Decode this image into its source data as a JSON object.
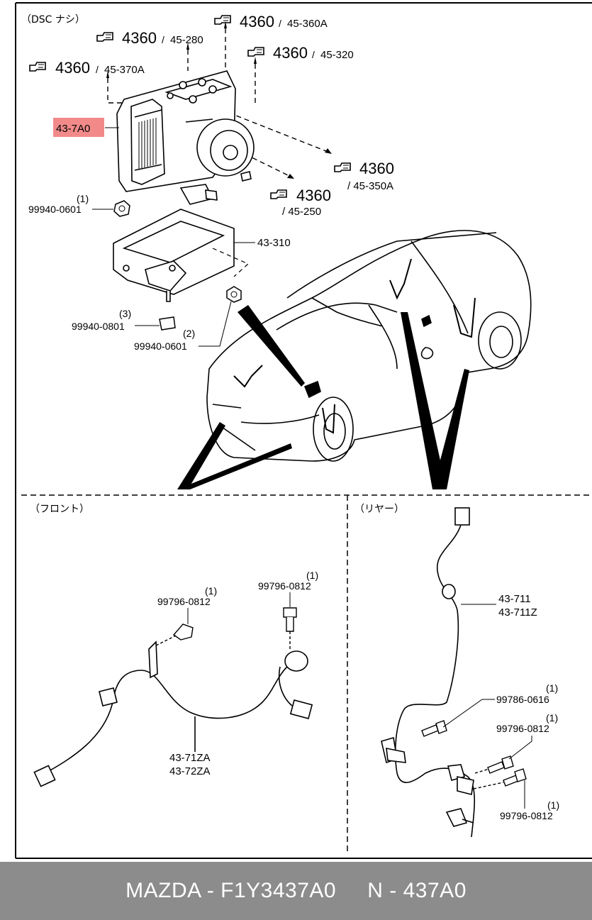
{
  "header": {
    "note": "（DSC ナシ）"
  },
  "refs": {
    "r1": {
      "code": "4360",
      "sub": "45-360A"
    },
    "r2": {
      "code": "4360",
      "sub": "45-280"
    },
    "r3": {
      "code": "4360",
      "sub": "45-320"
    },
    "r4": {
      "code": "4360",
      "sub": "45-370A"
    },
    "r5": {
      "code": "4360",
      "sub": "/ 45-350A"
    },
    "r6": {
      "code": "4360",
      "sub": "/ 45-250"
    }
  },
  "parts": {
    "hydraulic_unit": "43-7A0",
    "bracket": "43-310",
    "nut_top": {
      "qty": "(1)",
      "code": "99940-0601"
    },
    "bolt_mid": {
      "qty": "(3)",
      "code": "99940-0801"
    },
    "nut_low": {
      "qty": "(2)",
      "code": "99940-0601"
    }
  },
  "front": {
    "title": "（フロント）",
    "bolt_a": {
      "qty": "(1)",
      "code": "99796-0812"
    },
    "bolt_b": {
      "qty": "(1)",
      "code": "99796-0812"
    },
    "sensor_1": "43-71ZA",
    "sensor_2": "43-72ZA"
  },
  "rear": {
    "title": "（リヤー）",
    "sensor_1": "43-711",
    "sensor_2": "43-711Z",
    "bolt_a": {
      "qty": "(1)",
      "code": "99786-0616"
    },
    "bolt_b": {
      "qty": "(1)",
      "code": "99796-0812"
    },
    "bolt_c": {
      "qty": "(1)",
      "code": "99796-0812"
    }
  },
  "footer": {
    "brand": "MAZDA",
    "sep": " - ",
    "part_no": "F1Y3437A0",
    "gap": "     ",
    "alt_prefix": "N - ",
    "alt_no": "437A0"
  },
  "colors": {
    "highlight": "#f28a8a",
    "footer_bg": "#8c8c8c",
    "footer_text": "#ffffff"
  }
}
